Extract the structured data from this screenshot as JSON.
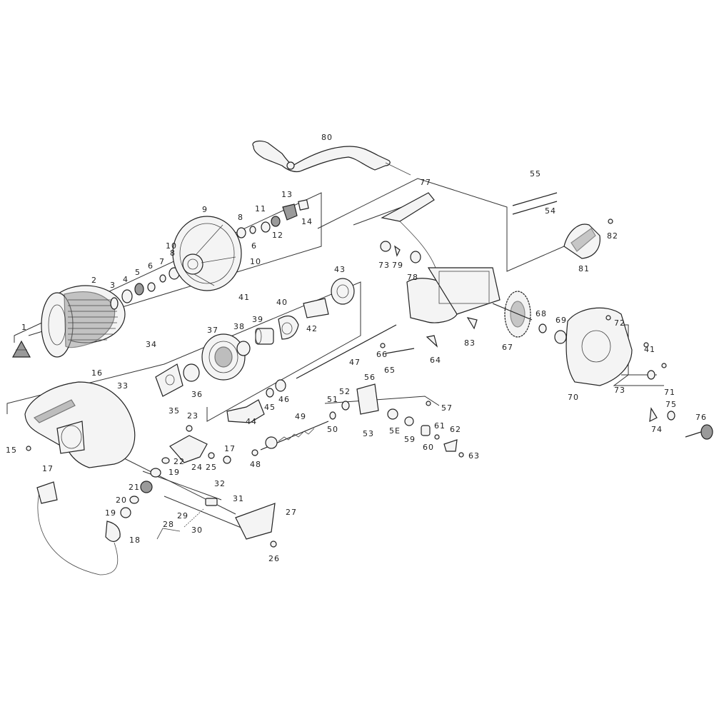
{
  "diagram": {
    "labels": [
      "1",
      "2",
      "3",
      "4",
      "5",
      "6",
      "7",
      "8",
      "9",
      "10",
      "10",
      "8",
      "11",
      "6",
      "12",
      "13",
      "14",
      "15",
      "16",
      "17",
      "17",
      "18",
      "19",
      "19",
      "20",
      "21",
      "22",
      "23",
      "24",
      "25",
      "26",
      "27",
      "28",
      "29",
      "30",
      "31",
      "32",
      "33",
      "34",
      "35",
      "36",
      "37",
      "38",
      "39",
      "40",
      "41",
      "42",
      "43",
      "44",
      "45",
      "46",
      "47",
      "48",
      "49",
      "50",
      "51",
      "52",
      "53",
      "54",
      "55",
      "56",
      "57",
      "5E",
      "59",
      "60",
      "61",
      "62",
      "63",
      "64",
      "65",
      "66",
      "67",
      "68",
      "69",
      "70",
      "71",
      "41",
      "72",
      "73",
      "73",
      "74",
      "75",
      "76",
      "77",
      "78",
      "79",
      "80",
      "81",
      "82",
      "83"
    ]
  }
}
